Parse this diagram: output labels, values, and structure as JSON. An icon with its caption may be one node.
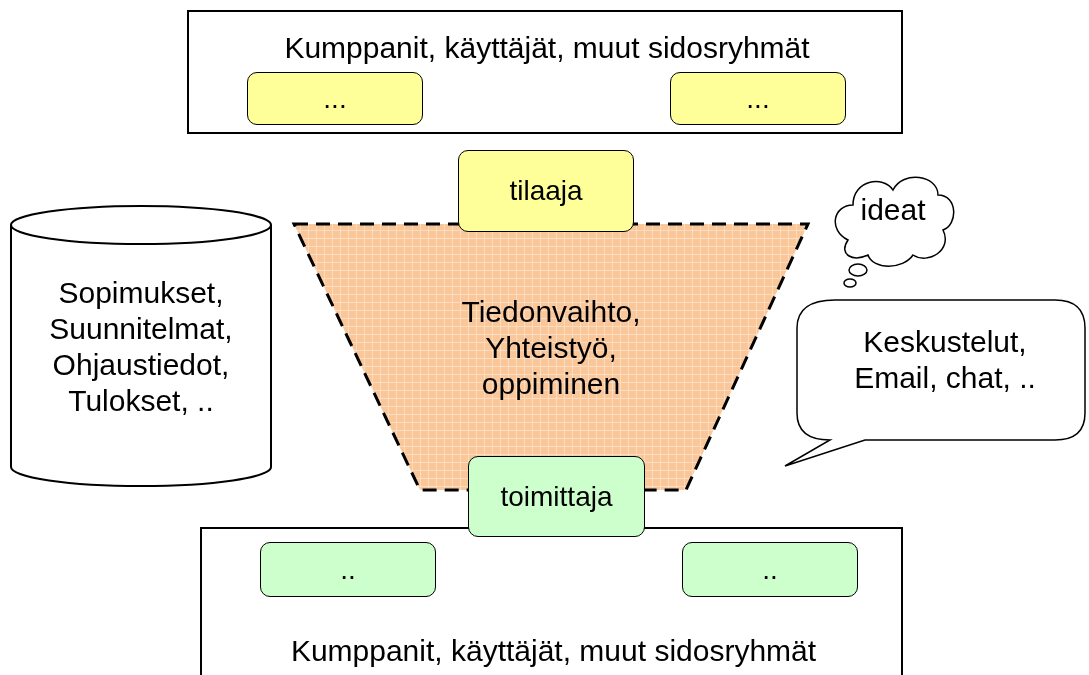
{
  "diagram": {
    "nodes": [
      {
        "text": [
          "Kumppanit, käyttäjät, muut sidosryhmät"
        ]
      },
      {
        "text": [
          "..."
        ],
        "in": 0
      },
      {
        "text": [
          "..."
        ],
        "in": 0
      },
      {
        "text": [
          "tilaaja"
        ]
      },
      {
        "text": [
          "Tiedonvaihto, Yhteistyö, oppiminen"
        ]
      },
      {
        "text": [
          "Sopimukset, Suunnitelmat, Ohjaustiedot, Tulokset, .."
        ]
      },
      {
        "text": [
          "ideat"
        ]
      },
      {
        "text": [
          "Keskustelut, Email, chat, .."
        ]
      },
      {
        "text": [
          "toimittaja"
        ]
      },
      {
        "text": [
          "Kumppanit, käyttäjät, muut sidosryhmät"
        ]
      },
      {
        "text": [
          ".."
        ],
        "in": 9
      },
      {
        "text": [
          ".."
        ],
        "in": 9
      }
    ]
  }
}
